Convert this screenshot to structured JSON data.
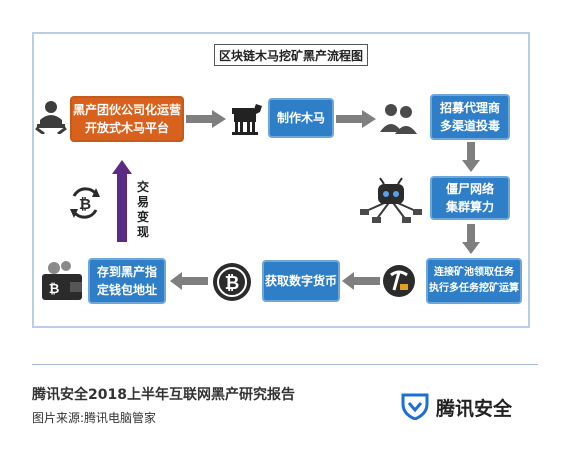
{
  "diagram": {
    "title": "区块链木马挖矿黑产流程图",
    "nodes": {
      "platform": [
        "黑产团伙公司化运营",
        "开放式木马平台"
      ],
      "make_trojan": "制作木马",
      "distribution": [
        "招募代理商",
        "多渠道投毒"
      ],
      "botnet": [
        "僵尸网络",
        "集群算力"
      ],
      "tasks": [
        "连接矿池领取任务",
        "执行多任务挖矿运算"
      ],
      "get_coin": "获取数字货币",
      "wallet": [
        "存到黑产指",
        "定钱包地址"
      ]
    },
    "cashout_label": [
      "交",
      "易",
      "变",
      "现"
    ]
  },
  "footer": {
    "report_title": "腾讯安全2018上半年互联网黑产研究报告",
    "source": "图片来源:腾讯电脑管家",
    "brand": "腾讯安全"
  },
  "colors": {
    "orange_node": "#d8621d",
    "blue_node": "#2f7fc8",
    "arrow_gray": "#7f7f7f",
    "arrow_purple": "#5b2a86",
    "frame_border": "#b9cde6"
  }
}
